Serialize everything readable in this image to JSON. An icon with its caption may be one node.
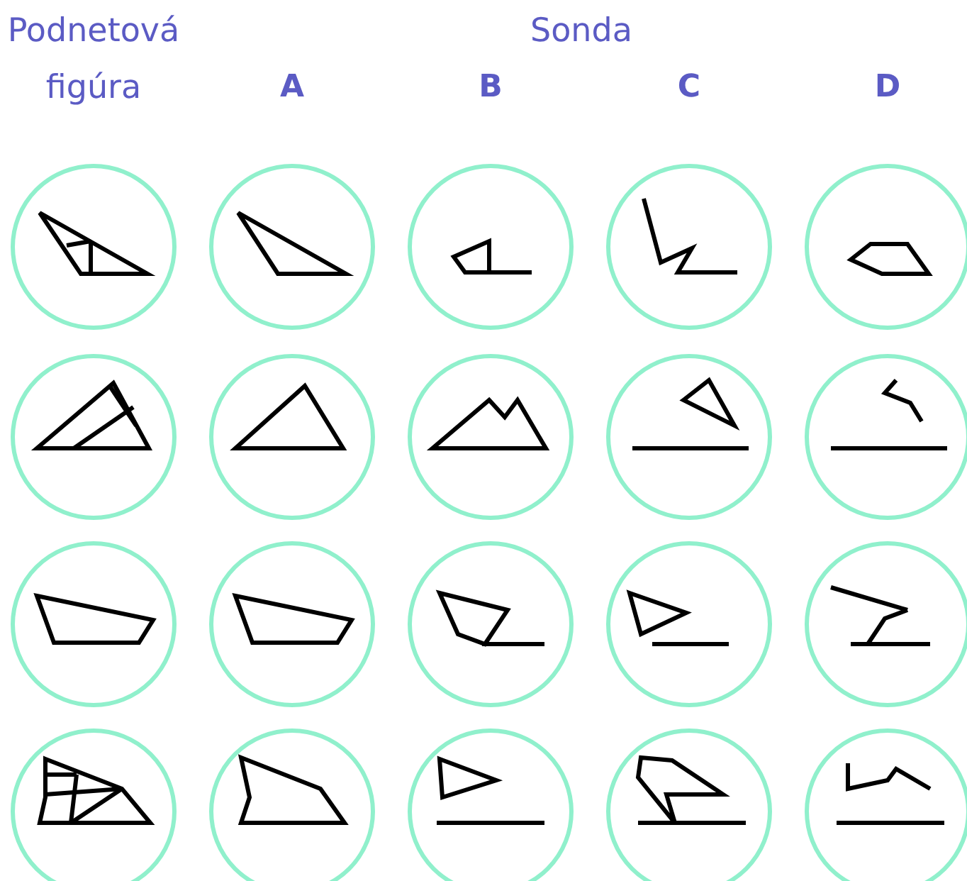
{
  "diagram": {
    "labels": [
      "Podnetová figúra",
      "Sonda",
      "A",
      "B",
      "C",
      "D"
    ]
  }
}
